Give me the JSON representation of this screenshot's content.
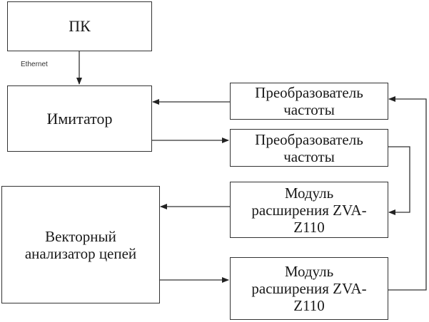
{
  "blocks": {
    "pc": {
      "label": "ПК"
    },
    "imitator": {
      "label": "Имитатор"
    },
    "converter1": {
      "line1": "Преобразователь",
      "line2": "частоты"
    },
    "converter2": {
      "line1": "Преобразователь",
      "line2": "частоты"
    },
    "vna": {
      "line1": "Векторный",
      "line2": "анализатор цепей"
    },
    "module1": {
      "line1": "Модуль",
      "line2": "расширения ZVA-",
      "line3": "Z110"
    },
    "module2": {
      "line1": "Модуль",
      "line2": "расширения ZVA-",
      "line3": "Z110"
    }
  },
  "links": {
    "ethernet_label": "Ethernet"
  }
}
